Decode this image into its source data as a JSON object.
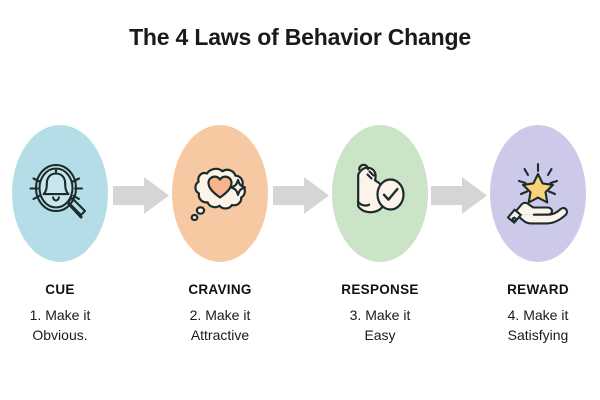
{
  "title": "The 4 Laws of Behavior Change",
  "colors": {
    "cue_bubble": "#b5dde7",
    "craving_bubble": "#f6c9a3",
    "response_bubble": "#cbe3c6",
    "reward_bubble": "#cdc9e8",
    "arrow": "#d5d5d5",
    "icon_stroke": "#1c2b2b",
    "icon_fill_cream": "#fdf4e9",
    "heart_fill": "#f6b48a",
    "star_fill": "#fbd27a",
    "title_text": "#1a1a1a",
    "background": "#ffffff"
  },
  "stages": [
    {
      "label": "CUE",
      "rule_number": "1. Make it",
      "rule_text": "Obvious.",
      "icon": "bell-magnifier-icon",
      "bubble_color": "#b5dde7"
    },
    {
      "label": "CRAVING",
      "rule_number": "2. Make it",
      "rule_text": "Attractive",
      "icon": "heart-thought-bubble-icon",
      "bubble_color": "#f6c9a3"
    },
    {
      "label": "RESPONSE",
      "rule_number": "3. Make it",
      "rule_text": "Easy",
      "icon": "flexed-bicep-check-icon",
      "bubble_color": "#cbe3c6"
    },
    {
      "label": "REWARD",
      "rule_number": "4. Make it",
      "rule_text": "Satisfying",
      "icon": "hand-holding-star-icon",
      "bubble_color": "#cdc9e8"
    }
  ],
  "arrows": [
    {
      "name": "arrow-cue-to-craving",
      "direction": "right"
    },
    {
      "name": "arrow-craving-to-response",
      "direction": "right"
    },
    {
      "name": "arrow-response-to-reward",
      "direction": "right"
    }
  ]
}
